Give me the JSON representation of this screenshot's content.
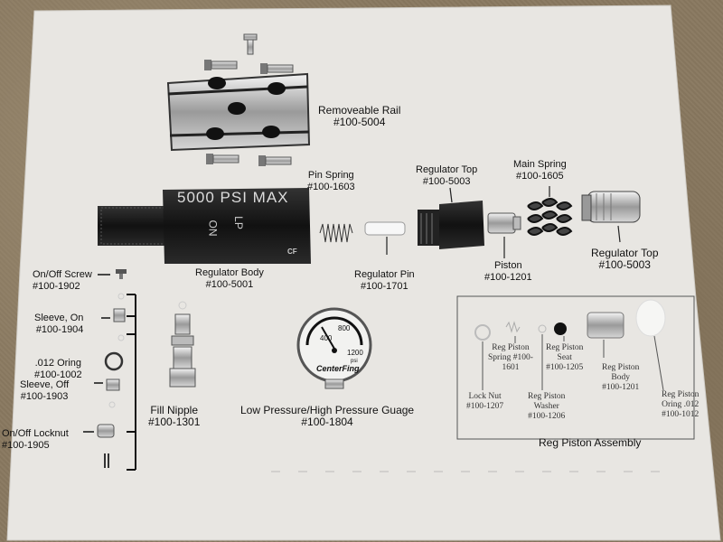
{
  "body_marking": {
    "max": "5000 PSI MAX",
    "on": "ON",
    "lp": "LP",
    "logo": "CF"
  },
  "gauge": {
    "brand": "CenterFing",
    "ticks": [
      "400",
      "800",
      "1200"
    ],
    "unit": "psi"
  },
  "parts": {
    "rail": {
      "name": "Removeable Rail",
      "num": "#100-5004"
    },
    "pin_spring": {
      "name": "Pin Spring",
      "num": "#100-1603"
    },
    "reg_top_1": {
      "name": "Regulator Top",
      "num": "#100-5003"
    },
    "main_spring": {
      "name": "Main Spring",
      "num": "#100-1605"
    },
    "reg_top_2": {
      "name": "Regulator Top",
      "num": "#100-5003"
    },
    "piston": {
      "name": "Piston",
      "num": "#100-1201"
    },
    "reg_pin": {
      "name": "Regulator Pin",
      "num": "#100-1701"
    },
    "reg_body": {
      "name": "Regulator Body",
      "num": "#100-5001"
    },
    "onoff_screw": {
      "name": "On/Off Screw",
      "num": "#100-1902"
    },
    "sleeve_on": {
      "name": "Sleeve, On",
      "num": "#100-1904"
    },
    "oring": {
      "name": ".012 Oring",
      "num": "#100-1002"
    },
    "sleeve_off": {
      "name": "Sleeve, Off",
      "num": "#100-1903"
    },
    "onoff_locknut": {
      "name": "On/Off Locknut",
      "num": "#100-1905"
    },
    "fill_nipple": {
      "name": "Fill Nipple",
      "num": "#100-1301"
    },
    "gauge_label": {
      "name": "Low Pressure/High Pressure Guage",
      "num": "#100-1804"
    }
  },
  "assembly": {
    "title": "Reg Piston Assembly",
    "lock_nut": {
      "name": "Lock Nut",
      "num": "#100-1207"
    },
    "piston_spring": {
      "name1": "Reg Piston",
      "name2": "Spring #100-",
      "num": "1601"
    },
    "piston_washer": {
      "name": "Reg Piston",
      "name2": "Washer",
      "num": "#100-1206"
    },
    "piston_seat": {
      "name": "Reg Piston",
      "name2": "Seat",
      "num": "#100-1205"
    },
    "piston_body": {
      "name": "Reg Piston",
      "name2": "Body",
      "num": "#100-1201"
    },
    "piston_oring": {
      "name": "Reg Piston",
      "name2": "Oring .012",
      "num": "#100-1012"
    }
  }
}
